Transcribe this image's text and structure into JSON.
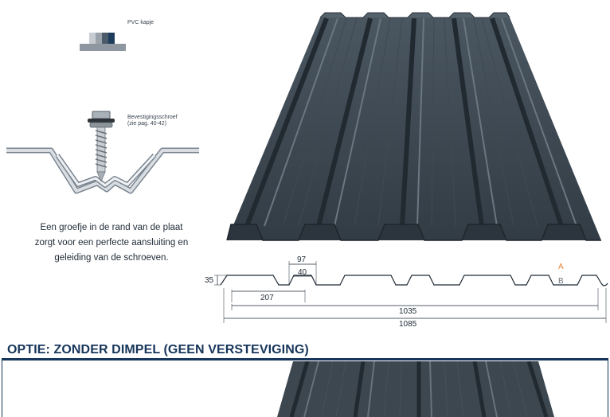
{
  "labels": {
    "pvc_cap": "PVC kapje",
    "screw_title": "Bevestigingsschroef",
    "screw_ref": "(zie pag. 40-42)"
  },
  "description": {
    "line1": "Een groefje in de rand van de plaat",
    "line2": "zorgt voor een perfecte aansluiting en",
    "line3": "geleiding van de schroeven."
  },
  "dimensions": {
    "height": "35",
    "top_width": "97",
    "bottom_width": "40",
    "pitch": "207",
    "cover_width": "1035",
    "total_width": "1085",
    "side_a": "A",
    "side_b": "B"
  },
  "section": {
    "title": "OPTIE: ZONDER DIMPEL (GEEN VERSTEVIGING)"
  },
  "colors": {
    "sheet": "#3c4750",
    "sheet_dark": "#2a333b",
    "sheet_light": "#56626c",
    "navy": "#16355a",
    "accent_orange": "#e8823a"
  }
}
